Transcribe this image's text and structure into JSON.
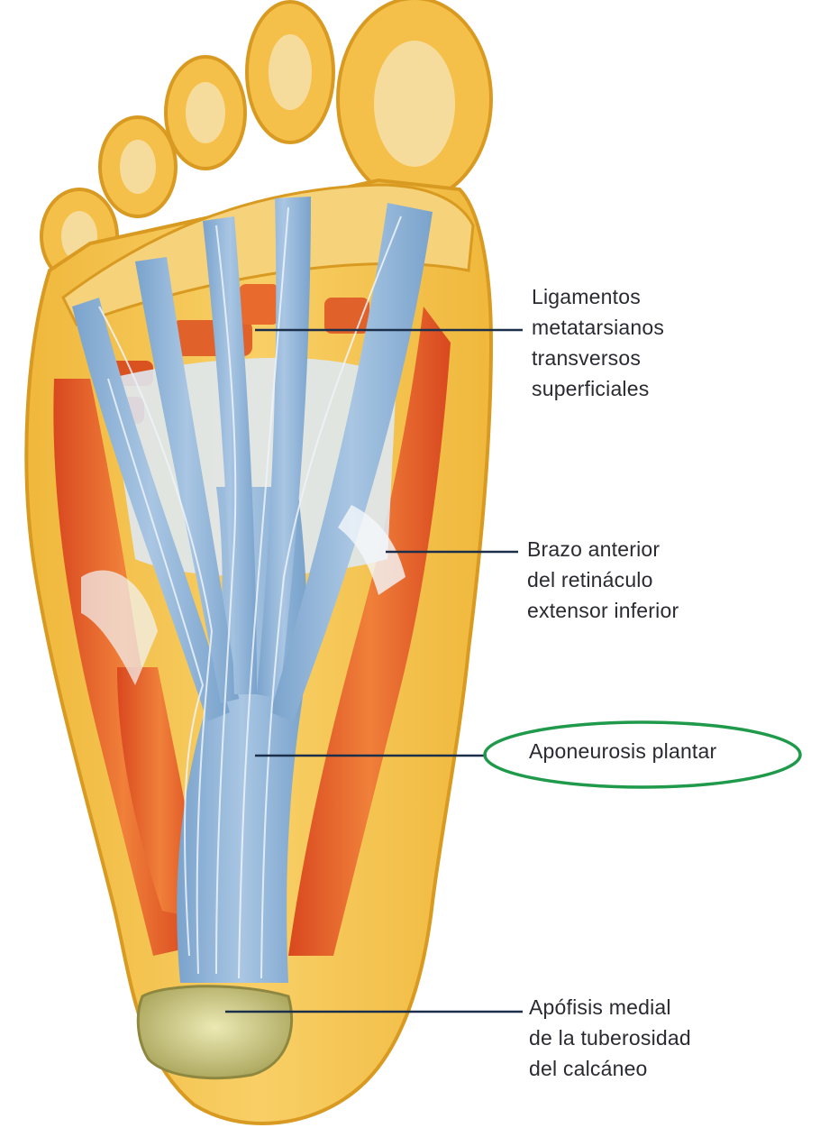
{
  "colors": {
    "skin": "#f4c04a",
    "skin_light": "#fbe09a",
    "fascia": "#8fb3d6",
    "fascia_light": "#c9dcee",
    "muscle": "#e8662a",
    "muscle_dark": "#c8421e",
    "bone": "#d6d28a",
    "leader_line": "#1b2f4a",
    "highlight_ring": "#1f9a4a",
    "text": "#2a2a32"
  },
  "labels": {
    "ligamentos": [
      "Ligamentos",
      "metatarsianos",
      "transversos",
      "superficiales"
    ],
    "brazo": [
      "Brazo anterior",
      "del retináculo",
      "extensor inferior"
    ],
    "aponeurosis": [
      "Aponeurosis plantar"
    ],
    "apofisis": [
      "Apófisis medial",
      "de la tuberosidad",
      "del calcáneo"
    ]
  },
  "highlighted_label": "aponeurosis",
  "icons": {
    "foot": "plantar-foot-anatomy-illustration"
  }
}
